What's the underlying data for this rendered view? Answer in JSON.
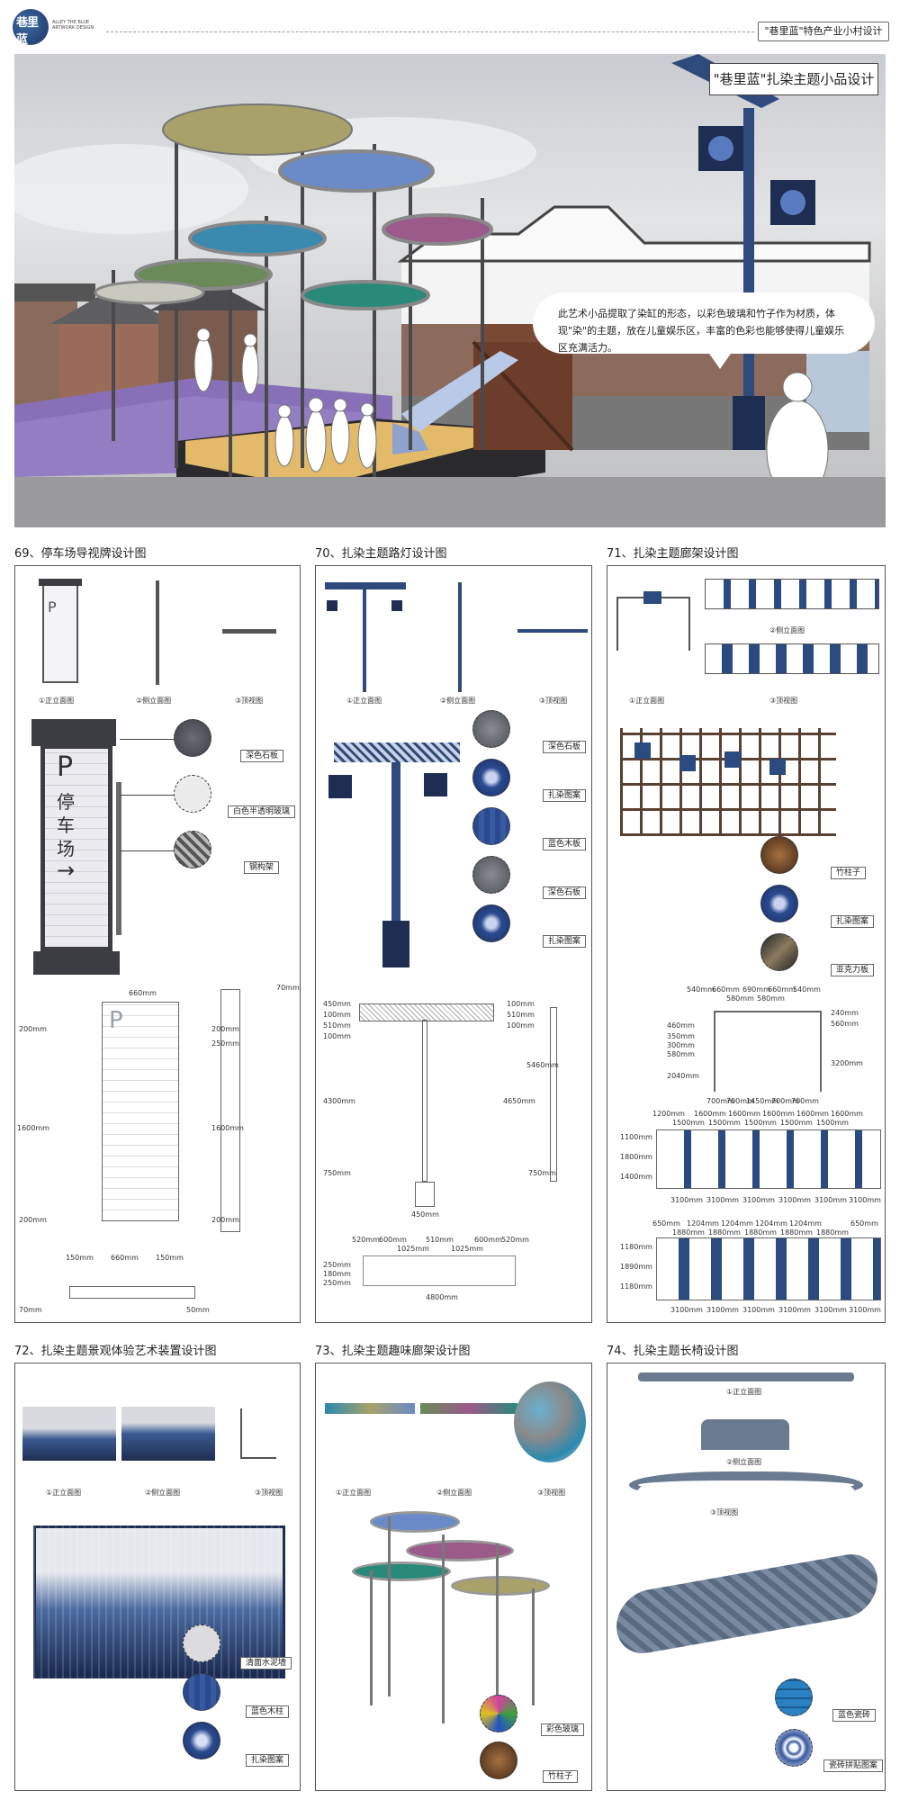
{
  "header": {
    "logo_char": "巷里蓝",
    "logo_text": "ALLEY THE BLUE ARTWORK DESIGN",
    "title_tag": "\"巷里蓝\"特色产业小村设计"
  },
  "hero": {
    "title": "\"巷里蓝\"扎染主题小品设计",
    "bubble_text": "此艺术小品提取了染缸的形态，以彩色玻璃和竹子作为材质，体现\"染\"的主题，放在儿童娱乐区，丰富的色彩也能够使得儿童娱乐区充满活力。"
  },
  "views": {
    "front": "①正立面图",
    "side": "②侧立面图",
    "top": "③顶视图"
  },
  "sections": [
    {
      "title": "69、停车场导视牌设计图",
      "sign_chars": [
        "P",
        "停",
        "车",
        "场",
        "→"
      ],
      "materials": [
        "深色石板",
        "白色半透明玻璃",
        "钢构架"
      ],
      "dims": [
        "660mm",
        "70mm",
        "200mm",
        "200mm",
        "250mm",
        "1600mm",
        "1600mm",
        "200mm",
        "200mm",
        "150mm",
        "660mm",
        "150mm",
        "70mm",
        "50mm"
      ]
    },
    {
      "title": "70、扎染主题路灯设计图",
      "materials": [
        "深色石板",
        "扎染图案",
        "蓝色木板",
        "深色石板",
        "扎染图案"
      ],
      "dims": [
        "450mm",
        "100mm",
        "510mm",
        "100mm",
        "100mm",
        "510mm",
        "100mm",
        "4300mm",
        "4650mm",
        "5460mm",
        "750mm",
        "750mm",
        "450mm",
        "520mm",
        "600mm",
        "510mm",
        "600mm",
        "520mm",
        "1025mm",
        "1025mm",
        "250mm",
        "180mm",
        "250mm",
        "4800mm"
      ]
    },
    {
      "title": "71、扎染主题廊架设计图",
      "materials": [
        "竹柱子",
        "扎染图案",
        "亚克力板"
      ],
      "dims": [
        "540mm",
        "660mm",
        "690mm",
        "660mm",
        "540mm",
        "580mm",
        "580mm",
        "240mm",
        "560mm",
        "460mm",
        "350mm",
        "300mm",
        "580mm",
        "2040mm",
        "3200mm",
        "700mm",
        "700mm",
        "1450mm",
        "700mm",
        "700mm",
        "1200mm",
        "1600mm",
        "1600mm",
        "1600mm",
        "1600mm",
        "1600mm",
        "1500mm",
        "1500mm",
        "1500mm",
        "1500mm",
        "1500mm",
        "1100mm",
        "1800mm",
        "1400mm",
        "3100mm",
        "650mm",
        "1204mm",
        "1880mm",
        "1180mm",
        "1890mm",
        "1180mm"
      ]
    },
    {
      "title": "72、扎染主题景观体验艺术装置设计图",
      "materials": [
        "清面水泥墙",
        "蓝色木柱",
        "扎染图案"
      ]
    },
    {
      "title": "73、扎染主题趣味廊架设计图",
      "materials": [
        "彩色玻璃",
        "竹柱子"
      ]
    },
    {
      "title": "74、扎染主题长椅设计图",
      "materials": [
        "蓝色瓷砖",
        "瓷砖拼贴图案"
      ]
    }
  ],
  "colors": {
    "indigo": "#2a4a80",
    "dark_stone": "#3b3d42",
    "wood": "#6b3d2a"
  }
}
